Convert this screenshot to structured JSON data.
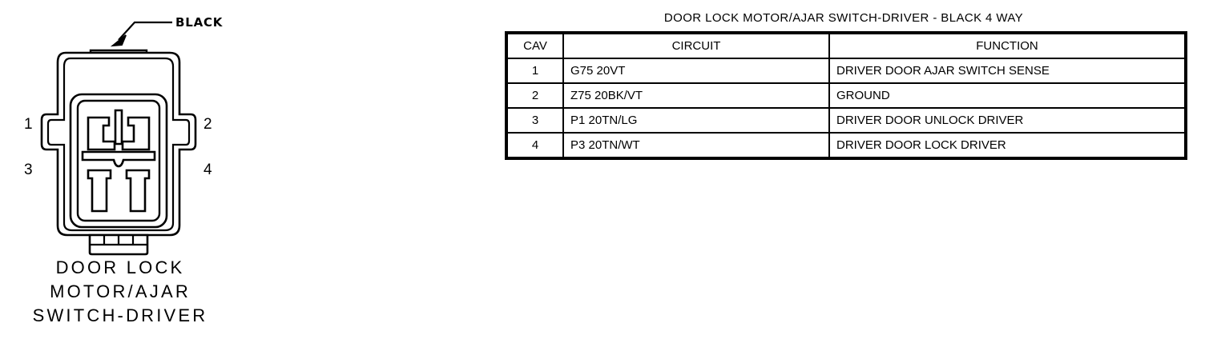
{
  "connector": {
    "color_callout": "BLACK",
    "caption": "DOOR LOCK\nMOTOR/AJAR\nSWITCH-DRIVER",
    "cavity_labels": [
      "1",
      "2",
      "3",
      "4"
    ],
    "way_count": 4,
    "line_color": "#000000",
    "body_fill": "#ffffff"
  },
  "table": {
    "title": "DOOR LOCK MOTOR/AJAR SWITCH-DRIVER - BLACK 4 WAY",
    "headers": [
      "CAV",
      "CIRCUIT",
      "FUNCTION"
    ],
    "rows": [
      {
        "cav": "1",
        "circuit": "G75  20VT",
        "function": "DRIVER DOOR AJAR SWITCH SENSE"
      },
      {
        "cav": "2",
        "circuit": "Z75  20BK/VT",
        "function": "GROUND"
      },
      {
        "cav": "3",
        "circuit": "P1  20TN/LG",
        "function": "DRIVER DOOR UNLOCK DRIVER"
      },
      {
        "cav": "4",
        "circuit": "P3  20TN/WT",
        "function": "DRIVER DOOR LOCK DRIVER"
      }
    ]
  }
}
